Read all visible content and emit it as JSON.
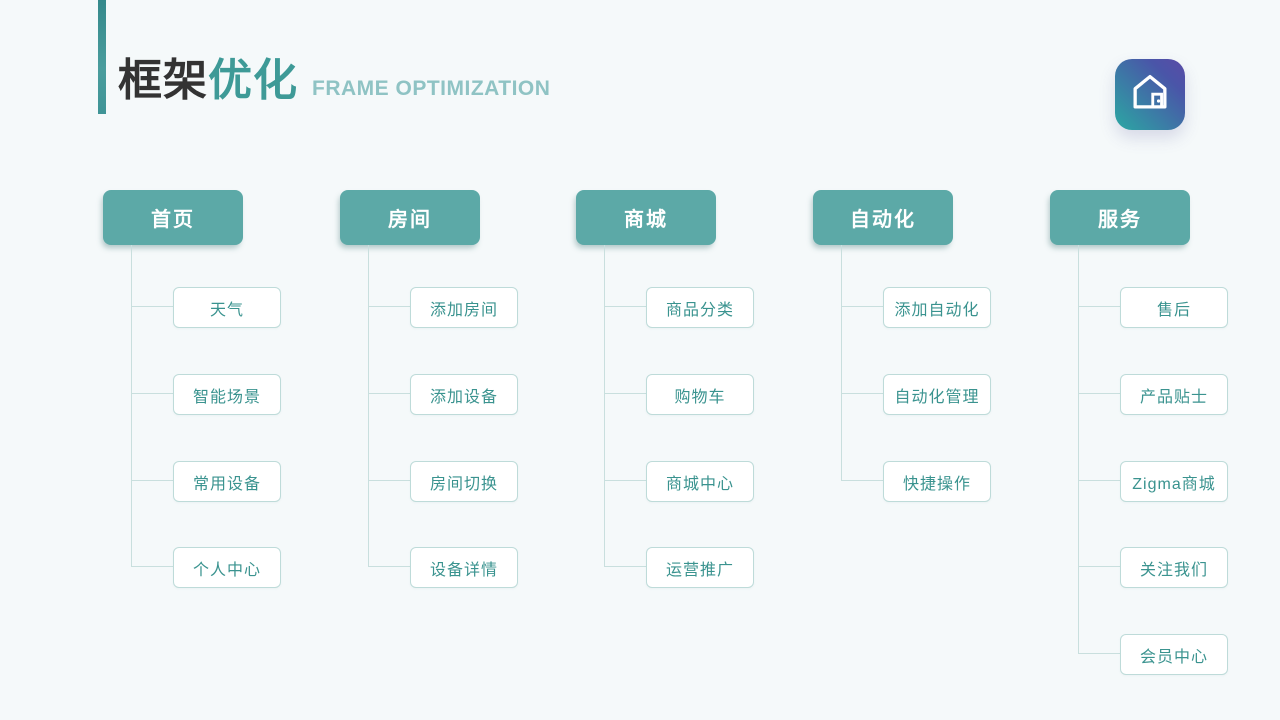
{
  "slide": {
    "title_zh_primary": "框架",
    "title_zh_accent": "优化",
    "title_en": "FRAME OPTIMIZATION"
  },
  "logo": {
    "icon": "home-icon"
  },
  "tree": {
    "columns": [
      {
        "header": "首页",
        "children": [
          "天气",
          "智能场景",
          "常用设备",
          "个人中心"
        ]
      },
      {
        "header": "房间",
        "children": [
          "添加房间",
          "添加设备",
          "房间切换",
          "设备详情"
        ]
      },
      {
        "header": "商城",
        "children": [
          "商品分类",
          "购物车",
          "商城中心",
          "运营推广"
        ]
      },
      {
        "header": "自动化",
        "children": [
          "添加自动化",
          "自动化管理",
          "快捷操作"
        ]
      },
      {
        "header": "服务",
        "children": [
          "售后",
          "产品贴士",
          "Zigma商城",
          "关注我们",
          "会员中心"
        ]
      }
    ]
  },
  "colors": {
    "background": "#F5F9FA",
    "accent_teal": "#5CA9A7",
    "accent_bar": "#3F9496",
    "title_dark": "#333333",
    "title_accent": "#3E9A97",
    "subtitle": "#8FC3C4",
    "node_border": "#BEDBD9",
    "node_text": "#3A938F",
    "connector": "#C9DFDE",
    "logo_gradient_start": "#2BA8A3",
    "logo_gradient_end": "#5A4BA6"
  }
}
